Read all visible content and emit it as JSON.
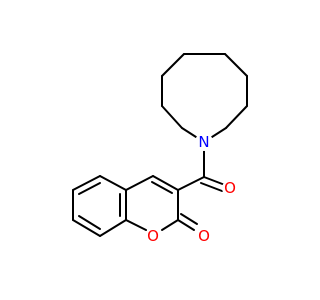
{
  "diagram": {
    "type": "chemical-structure",
    "atom_labels": {
      "nitrogen": "N",
      "carbonyl_oxygen": "O",
      "ring_oxygen": "O",
      "lactone_oxygen": "O"
    },
    "colors": {
      "bond": "#000000",
      "nitrogen": "#0000ff",
      "oxygen": "#ff0000",
      "background": "#ffffff"
    }
  }
}
